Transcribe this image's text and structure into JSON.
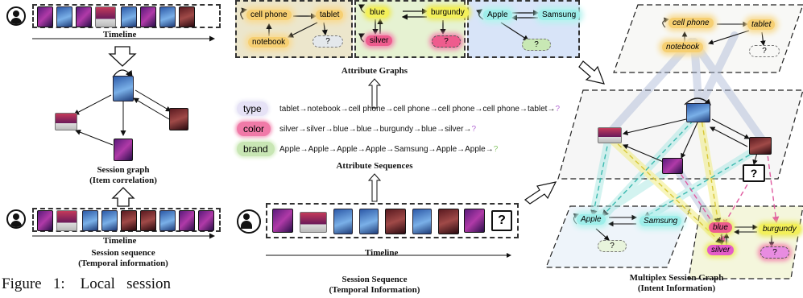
{
  "colors": {
    "type_pill": "#e6e2f6",
    "color_pill": "#f07aa8",
    "brand_pill": "#c8e6b4",
    "type_bg": "#ece6cc",
    "color_bg": "#e6f2d2",
    "brand_bg": "#d8e4f8",
    "question_purple": "#b46ad4",
    "question_green": "#8ac86a"
  },
  "left": {
    "timeline_top": "Timeline",
    "session_graph": "Session graph",
    "item_correlation": "(Item correlation)",
    "timeline_bottom": "Timeline",
    "session_sequence": "Session sequence",
    "temporal_information": "(Temporal information)",
    "figure_caption": "Figure   1:    Local   session"
  },
  "attribute_graphs": {
    "title": "Attribute Graphs",
    "type_nodes": [
      "cell phone",
      "tablet",
      "notebook",
      "?"
    ],
    "color_nodes": [
      "blue",
      "burgundy",
      "silver",
      "?"
    ],
    "brand_nodes": [
      "Apple",
      "Samsung",
      "?"
    ]
  },
  "attribute_sequences": {
    "title": "Attribute Sequences",
    "rows": [
      {
        "label": "type",
        "seq": "tablet→notebook→cell phone→cell phone→cell phone→cell phone→tablet→",
        "q": "?"
      },
      {
        "label": "color",
        "seq": "silver→silver→blue→blue→burgundy→blue→silver→",
        "q": "?"
      },
      {
        "label": "brand",
        "seq": "Apple→Apple→Apple→Apple→Samsung→Apple→Apple→",
        "q": "?"
      }
    ]
  },
  "middle_bottom": {
    "question_mark": "?",
    "timeline": "Timeline",
    "session_sequence": "Session Sequence",
    "temporal_information": "(Temporal Information)"
  },
  "right": {
    "type_nodes": [
      "cell phone",
      "tablet",
      "notebook",
      "?"
    ],
    "brand_nodes": [
      "Apple",
      "Samsung",
      "?"
    ],
    "color_nodes": [
      "blue",
      "burgundy",
      "silver",
      "?"
    ],
    "item_question": "?",
    "title": "Multiplex Session Graph",
    "subtitle": "(Intent Information)"
  }
}
